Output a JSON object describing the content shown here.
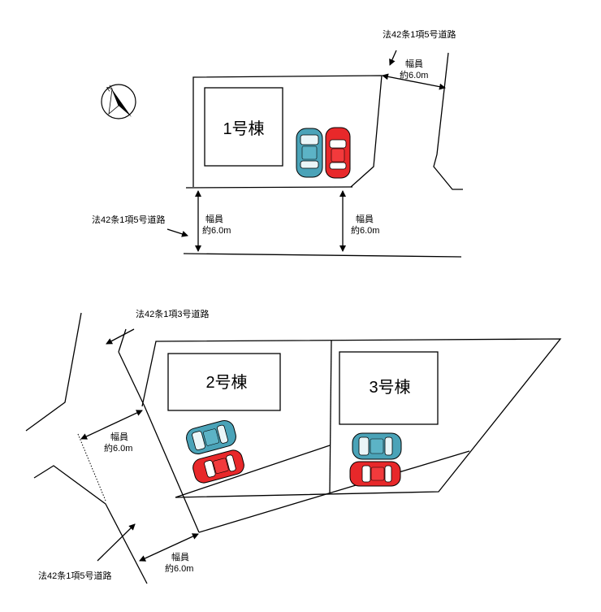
{
  "road_top": {
    "label": "法42条1項5号道路",
    "width_label": "幅員",
    "width_value": "約6.0m"
  },
  "road_left_upper": {
    "label": "法42条1項5号道路",
    "width_label": "幅員",
    "width_value": "約6.0m"
  },
  "road_right_upper": {
    "width_label": "幅員",
    "width_value": "約6.0m"
  },
  "road_lower_top": {
    "label": "法42条1項3号道路"
  },
  "road_lower_left": {
    "width_label": "幅員",
    "width_value": "約6.0m"
  },
  "road_lower_bottom": {
    "label": "法42条1項5号道路",
    "width_label": "幅員",
    "width_value": "約6.0m"
  },
  "buildings": {
    "b1": "1号棟",
    "b2": "2号棟",
    "b3": "3号棟"
  },
  "compass": {
    "letter": "N"
  },
  "colors": {
    "car_blue": "#4aa3b8",
    "car_red": "#e8282a",
    "line": "#000000"
  }
}
